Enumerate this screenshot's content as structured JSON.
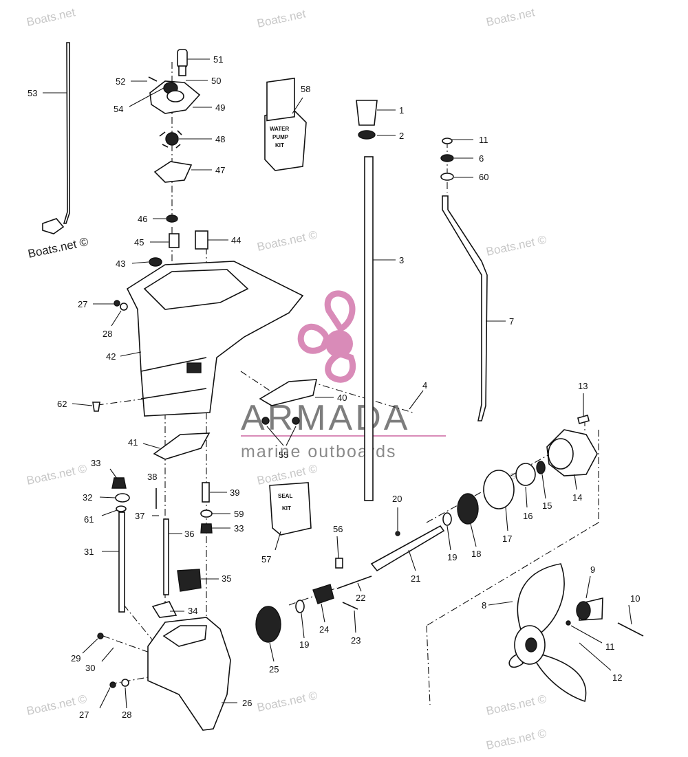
{
  "watermarks": [
    "Boats.net",
    "Boats.net",
    "Boats.net",
    "Boats.net ©",
    "Boats.net ©",
    "Boats.net ©",
    "Boats.net ©",
    "Boats.net ©",
    "Boats.net ©",
    "Boats.net ©",
    "Boats.net ©",
    "Boats.net ©",
    "Boats.net ©"
  ],
  "brand": {
    "name": "ARMADA",
    "tagline": "marine outboards",
    "accent": "#d98bb8"
  },
  "kits": {
    "water_pump": [
      "WATER",
      "PUMP",
      "KIT"
    ],
    "seal": [
      "SEAL",
      "KIT"
    ]
  },
  "callouts": [
    "1",
    "2",
    "3",
    "4",
    "6",
    "60",
    "11",
    "7",
    "13",
    "14",
    "15",
    "16",
    "17",
    "18",
    "19",
    "20",
    "21",
    "22",
    "23",
    "24",
    "19",
    "25",
    "26",
    "27",
    "28",
    "29",
    "30",
    "31",
    "61",
    "32",
    "33",
    "34",
    "35",
    "36",
    "37",
    "38",
    "39",
    "59",
    "33",
    "40",
    "41",
    "42",
    "62",
    "27",
    "28",
    "43",
    "44",
    "45",
    "46",
    "47",
    "48",
    "49",
    "50",
    "51",
    "52",
    "54",
    "53",
    "55",
    "56",
    "57",
    "58",
    "8",
    "9",
    "10",
    "11",
    "12"
  ]
}
